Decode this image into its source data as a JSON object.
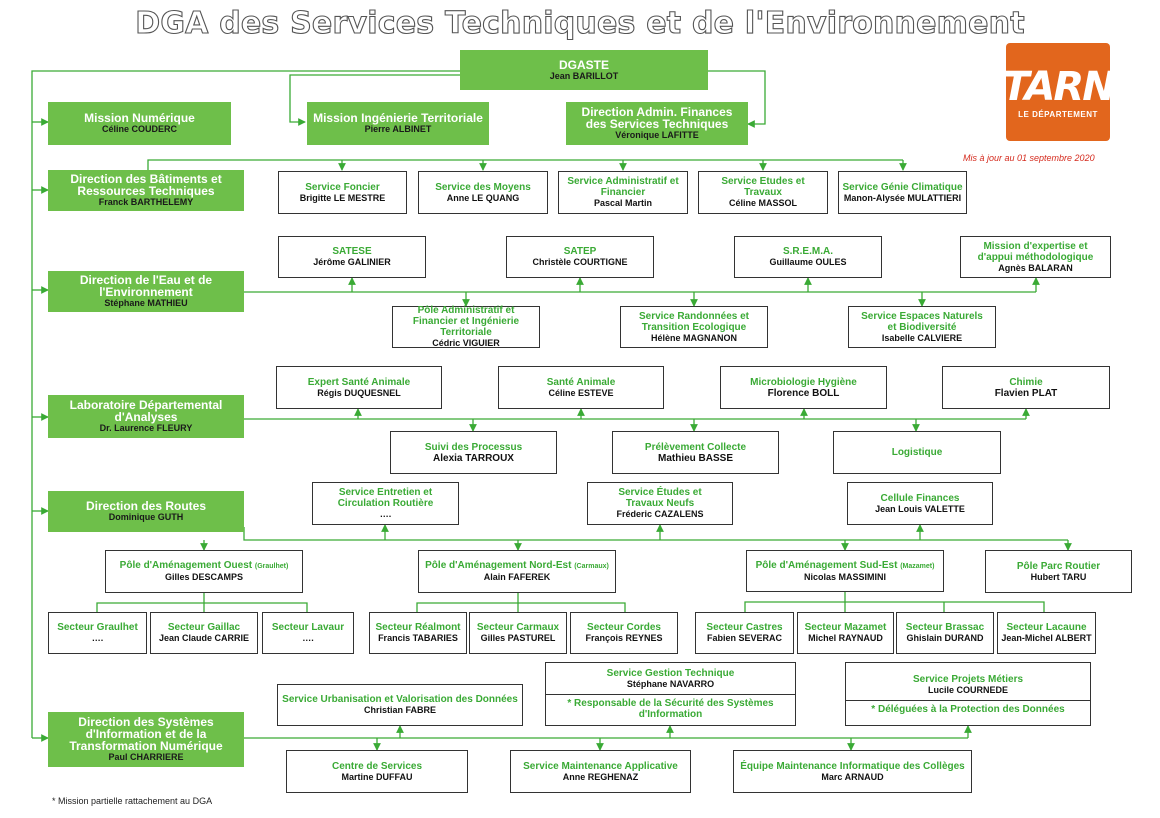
{
  "title": "DGA des Services Techniques et de l'Environnement",
  "logo": {
    "name": "TARN",
    "subtitle": "LE DÉPARTEMENT",
    "color": "#e2661d"
  },
  "updated": "Mis à jour au 01 septembre 2020",
  "footnote": "* Mission partielle rattachement au DGA",
  "colors": {
    "green": "#6ebf4a",
    "green_text": "#3aaa35",
    "line": "#3aaa35"
  },
  "top": {
    "title": "DGASTE",
    "name": "Jean BARILLOT"
  },
  "missions": {
    "numerique": {
      "title": "Mission Numérique",
      "name": "Céline COUDERC"
    },
    "ingenierie": {
      "title": "Mission Ingénierie Territoriale",
      "name": "Pierre ALBINET"
    },
    "finances": {
      "title": "Direction Admin. Finances des Services Techniques",
      "name": "Véronique LAFITTE"
    }
  },
  "dbrt": {
    "title": "Direction des Bâtiments et Ressources Techniques",
    "name": "Franck BARTHELEMY",
    "services": [
      {
        "title": "Service Foncier",
        "name": "Brigitte LE MESTRE"
      },
      {
        "title": "Service des Moyens",
        "name": "Anne LE QUANG"
      },
      {
        "title": "Service Administratif et Financier",
        "name": "Pascal Martin"
      },
      {
        "title": "Service Etudes et Travaux",
        "name": "Céline MASSOL"
      },
      {
        "title": "Service Génie Climatique",
        "name": "Manon-Alysée MULATTIERI"
      }
    ]
  },
  "deau": {
    "title": "Direction de l'Eau et de l'Environnement",
    "name": "Stéphane MATHIEU",
    "upper": [
      {
        "title": "SATESE",
        "name": "Jérôme GALINIER"
      },
      {
        "title": "SATEP",
        "name": "Christèle COURTIGNE"
      },
      {
        "title": "S.R.E.M.A.",
        "name": "Guillaume OULES"
      },
      {
        "title": "Mission d'expertise et d'appui méthodologique",
        "name": "Agnès BALARAN"
      }
    ],
    "lower": [
      {
        "title": "Pôle Administratif et Financier et Ingénierie Territoriale",
        "name": "Cédric VIGUIER"
      },
      {
        "title": "Service Randonnées et Transition Ecologique",
        "name": "Hélène MAGNANON"
      },
      {
        "title": "Service Espaces Naturels et Biodiversité",
        "name": "Isabelle CALVIERE"
      }
    ]
  },
  "labo": {
    "title": "Laboratoire Départemental d'Analyses",
    "name": "Dr. Laurence FLEURY",
    "upper": [
      {
        "title": "Expert Santé Animale",
        "name": "Régis DUQUESNEL"
      },
      {
        "title": "Santé Animale",
        "name": "Céline ESTEVE"
      },
      {
        "title": "Microbiologie  Hygiène",
        "name": "Florence BOLL"
      },
      {
        "title": "Chimie",
        "name": "Flavien PLAT"
      }
    ],
    "lower": [
      {
        "title": "Suivi des Processus",
        "name": "Alexia TARROUX"
      },
      {
        "title": "Prélèvement Collecte",
        "name": "Mathieu BASSE"
      },
      {
        "title": "Logistique",
        "name": ""
      }
    ]
  },
  "routes": {
    "title": "Direction des Routes",
    "name": "Dominique GUTH",
    "upper": [
      {
        "title": "Service Entretien et Circulation Routière",
        "name": "…."
      },
      {
        "title": "Service Études et Travaux Neufs",
        "name": "Fréderic CAZALENS"
      },
      {
        "title": "Cellule Finances",
        "name": "Jean Louis VALETTE"
      }
    ],
    "poles": [
      {
        "title": "Pôle d'Aménagement Ouest",
        "area": "(Graulhet)",
        "name": "Gilles DESCAMPS"
      },
      {
        "title": "Pôle d'Aménagement Nord-Est",
        "area": "(Carmaux)",
        "name": "Alain FAFEREK"
      },
      {
        "title": "Pôle d'Aménagement Sud-Est",
        "area": "(Mazamet)",
        "name": "Nicolas MASSIMINI"
      },
      {
        "title": "Pôle Parc Routier",
        "area": "",
        "name": "Hubert TARU"
      }
    ],
    "secteurs": [
      {
        "title": "Secteur Graulhet",
        "name": "…."
      },
      {
        "title": "Secteur Gaillac",
        "name": "Jean Claude CARRIE"
      },
      {
        "title": "Secteur Lavaur",
        "name": "…."
      },
      {
        "title": "Secteur Réalmont",
        "name": "Francis TABARIES"
      },
      {
        "title": "Secteur Carmaux",
        "name": "Gilles PASTUREL"
      },
      {
        "title": "Secteur Cordes",
        "name": "François REYNES"
      },
      {
        "title": "Secteur Castres",
        "name": "Fabien SEVERAC"
      },
      {
        "title": "Secteur Mazamet",
        "name": "Michel RAYNAUD"
      },
      {
        "title": "Secteur Brassac",
        "name": "Ghislain DURAND"
      },
      {
        "title": "Secteur Lacaune",
        "name": "Jean-Michel ALBERT"
      }
    ]
  },
  "dsitn": {
    "title": "Direction des Systèmes d'Information et de la Transformation Numérique",
    "name": "Paul CHARRIERE",
    "upper": [
      {
        "title": "Service Urbanisation et Valorisation des Données",
        "name": "Christian FABRE",
        "note": ""
      },
      {
        "title": "Service Gestion Technique",
        "name": "Stéphane NAVARRO",
        "note": "* Responsable de la Sécurité des Systèmes d'Information"
      },
      {
        "title": "Service Projets Métiers",
        "name": "Lucile COURNEDE",
        "note": "* Déléguées à la Protection des Données"
      }
    ],
    "lower": [
      {
        "title": "Centre de Services",
        "name": "Martine DUFFAU"
      },
      {
        "title": "Service Maintenance Applicative",
        "name": "Anne REGHENAZ"
      },
      {
        "title": "Équipe Maintenance Informatique des Collèges",
        "name": "Marc ARNAUD"
      }
    ]
  }
}
